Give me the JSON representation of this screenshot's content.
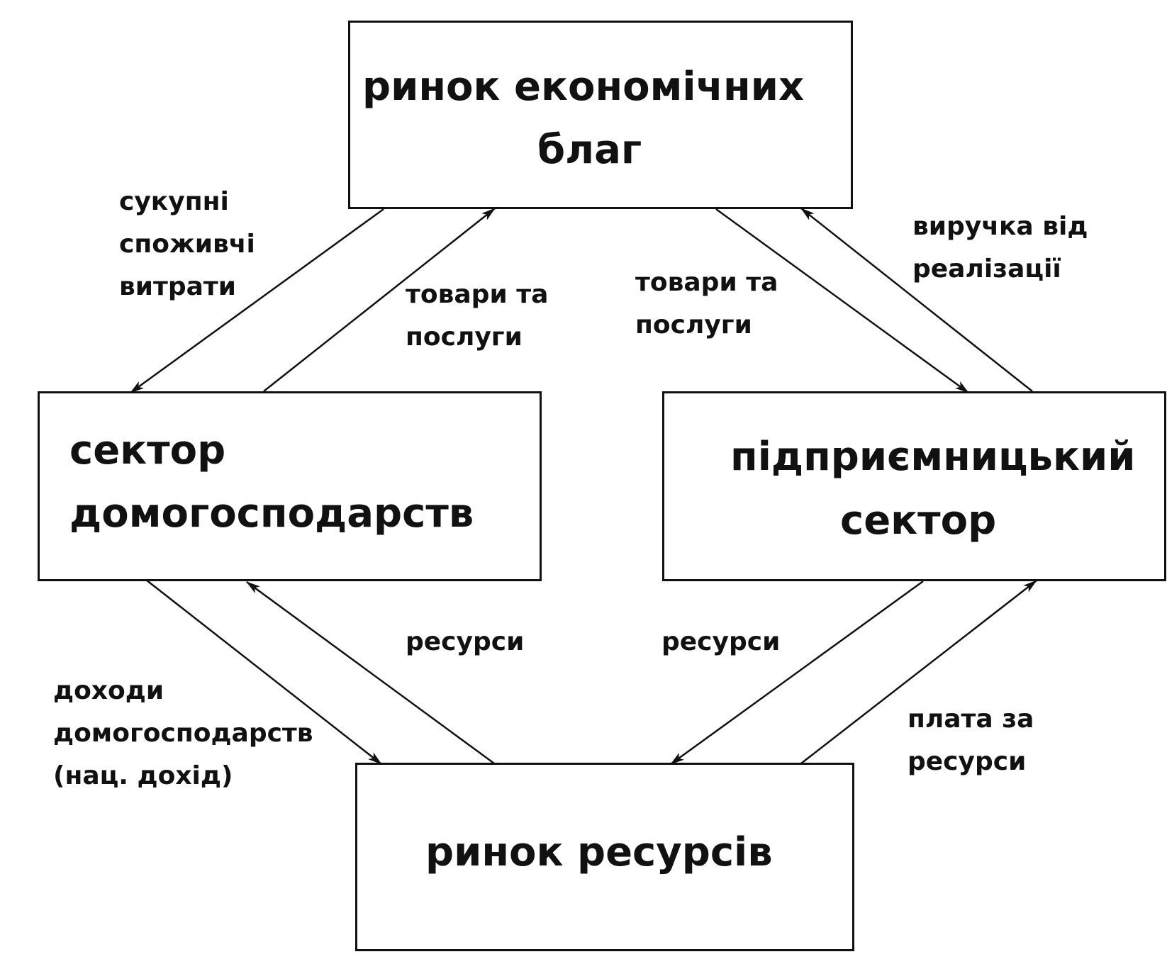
{
  "boxes": {
    "goods_market": {
      "line1": "ринок економічних",
      "line2": "благ"
    },
    "households": {
      "line1": "сектор",
      "line2": "домогосподарств"
    },
    "business": {
      "line1": "підприємницький",
      "line2": "сектор"
    },
    "resource_market": {
      "line1": "ринок ресурсів"
    }
  },
  "flows": {
    "consumer_spending": [
      "сукупні",
      "споживчі",
      "витрати"
    ],
    "goods_to_households": [
      "товари та",
      "послуги"
    ],
    "goods_from_business": [
      "товари та",
      "послуги"
    ],
    "sales_revenue": [
      "виручка від",
      "реалізації"
    ],
    "resources_to_households": [
      "ресурси"
    ],
    "resources_from_business": [
      "ресурси"
    ],
    "household_income": [
      "доходи",
      "домогосподарств",
      "(нац. дохід)"
    ],
    "resource_payment": [
      "плата за",
      "ресурси"
    ]
  }
}
